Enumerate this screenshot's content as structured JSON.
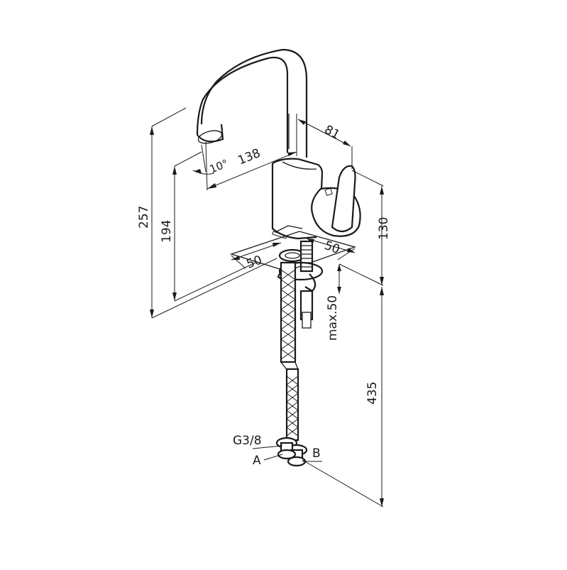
{
  "dimensions": {
    "height_total": "257",
    "height_spout": "194",
    "reach": "138",
    "angle": "10°",
    "handle_offset": "81",
    "body_height": "130",
    "base_left": "50",
    "base_right": "50",
    "counter_max": "max.50",
    "hose_length": "435"
  },
  "connections": {
    "thread": "G3/8",
    "label_a": "A",
    "label_b": "B"
  }
}
